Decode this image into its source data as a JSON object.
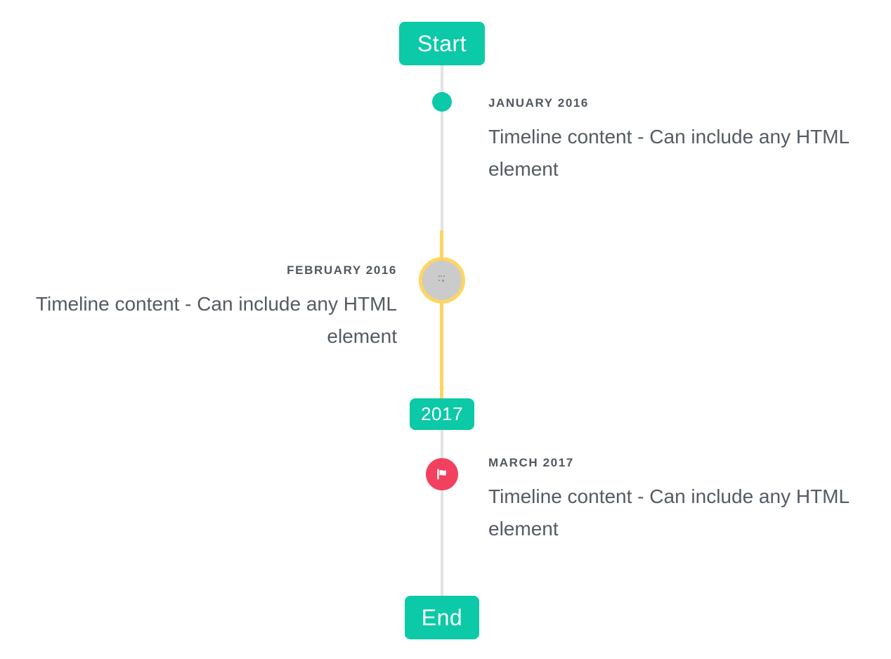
{
  "colors": {
    "accent": "#0cc9a7",
    "line": "#e2e2e2",
    "highlight": "#fdd662",
    "image_marker_bg": "#cbcbcb",
    "flag_marker_bg": "#f2415f",
    "title_text": "#50575e",
    "body_text": "#545b63",
    "badge_text": "#ffffff"
  },
  "timeline": {
    "start_badge": "Start",
    "year_badge": "2017",
    "end_badge": "End",
    "entries": [
      {
        "title": "JANUARY 2016",
        "body": "Timeline content - Can include any HTML element",
        "side": "right",
        "marker": "dot-marker"
      },
      {
        "title": "FEBRUARY 2016",
        "body": "Timeline content - Can include any HTML element",
        "side": "left",
        "marker": "image-marker-broken-image"
      },
      {
        "title": "MARCH 2017",
        "body": "Timeline content - Can include any HTML element",
        "side": "right",
        "marker": "flag-marker"
      }
    ]
  }
}
